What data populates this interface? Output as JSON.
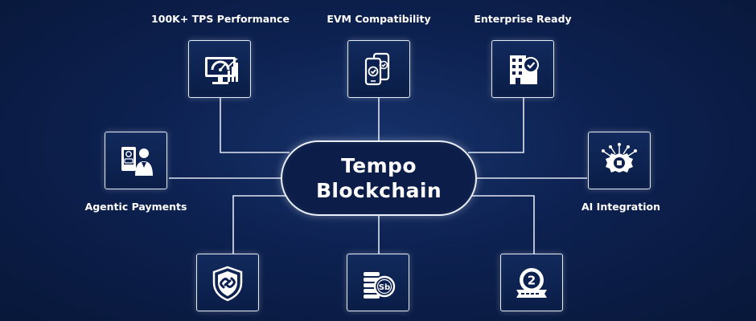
{
  "hub": {
    "line1": "Tempo",
    "line2": "Blockchain"
  },
  "features": {
    "tps": {
      "label": "100K+ TPS Performance",
      "icon": "speed-dashboard-icon"
    },
    "evm": {
      "label": "EVM Compatibility",
      "icon": "mobile-devices-check-icon"
    },
    "enterprise": {
      "label": "Enterprise Ready",
      "icon": "building-check-icon"
    },
    "agentic": {
      "label": "Agentic Payments",
      "icon": "agent-payment-icon"
    },
    "ai": {
      "label": "AI Integration",
      "icon": "ai-chip-gear-icon"
    },
    "security": {
      "label": "",
      "icon": "shield-link-icon"
    },
    "stablecoin": {
      "label": "",
      "icon": "coin-stack-icon"
    },
    "layer2": {
      "label": "",
      "icon": "layer-two-badge-icon"
    }
  },
  "badge_number": "2",
  "coin_symbol": "Sb",
  "colors": {
    "background": "#0d2150",
    "line": "#dfe6f3",
    "text": "#ffffff"
  }
}
